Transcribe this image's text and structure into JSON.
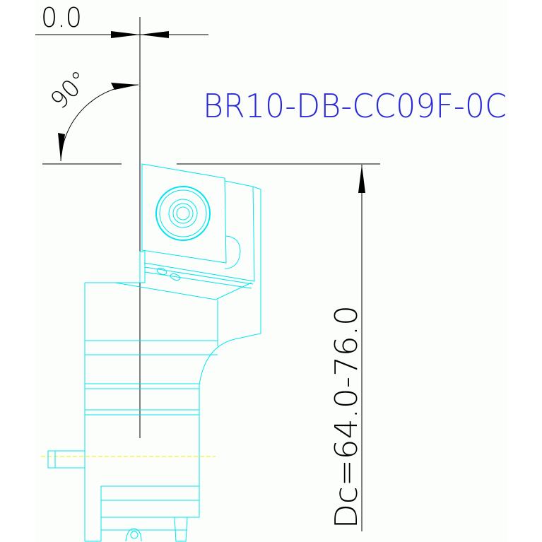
{
  "drawing": {
    "part_number": "BR10-DB-CC09F-0C",
    "top_dimension": "0.0",
    "angle_dimension": "90°",
    "diameter_range": "Dc=64.0-76.0"
  },
  "colors": {
    "background": "#fcfefc",
    "outline": "#00e5ee",
    "dimension": "#000000",
    "label": "#2b2bd6",
    "centerline": "#f0f000"
  }
}
